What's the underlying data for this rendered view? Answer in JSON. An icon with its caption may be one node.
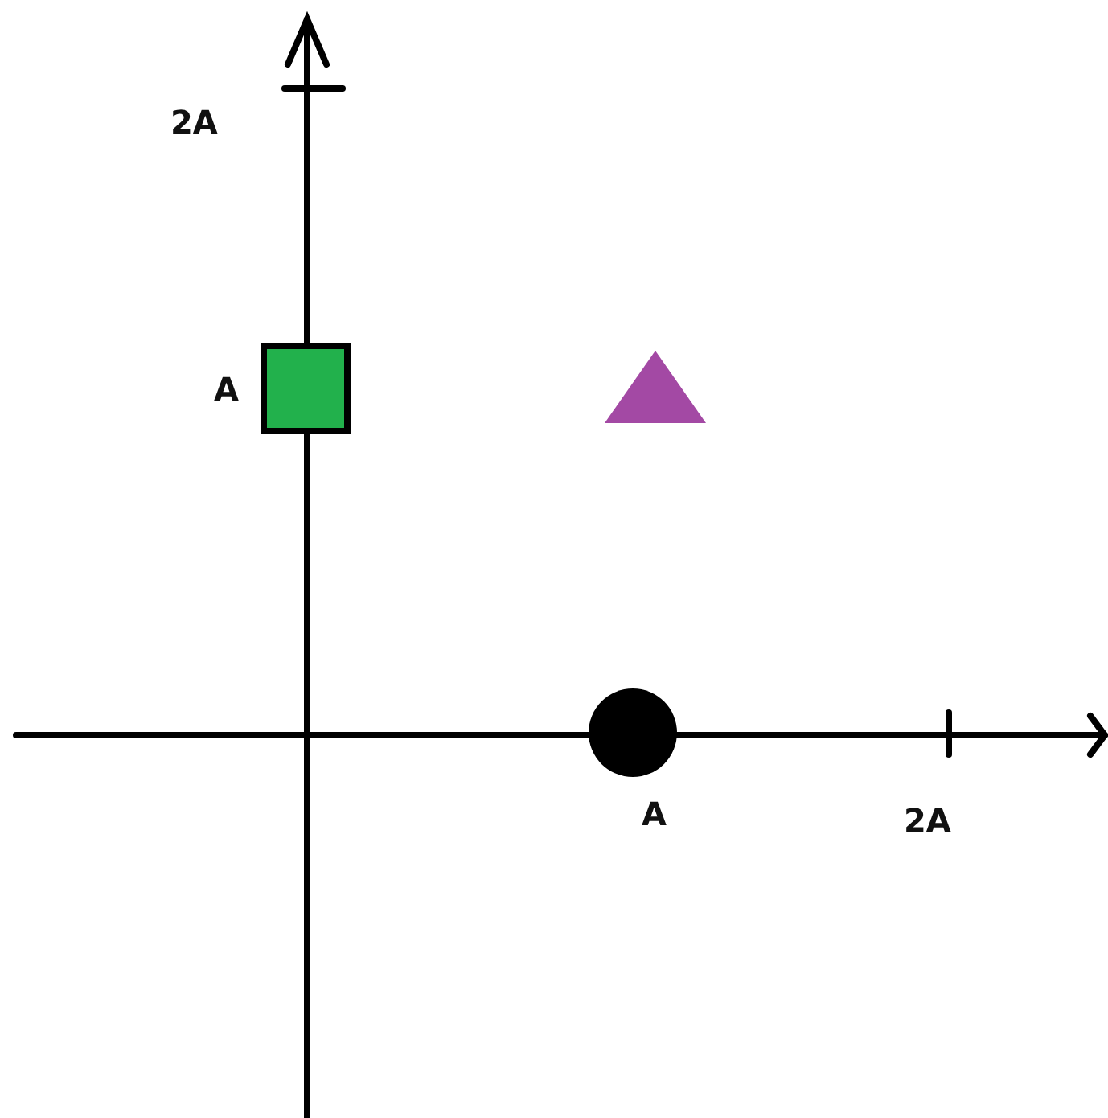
{
  "diagram": {
    "nodes": [
      {
        "text": [],
        "shape": "box"
      },
      {
        "text": [],
        "shape": "triangle"
      },
      {
        "text": [],
        "shape": "circle"
      }
    ],
    "labels": [
      "2A",
      "A",
      "A",
      "2A"
    ]
  }
}
